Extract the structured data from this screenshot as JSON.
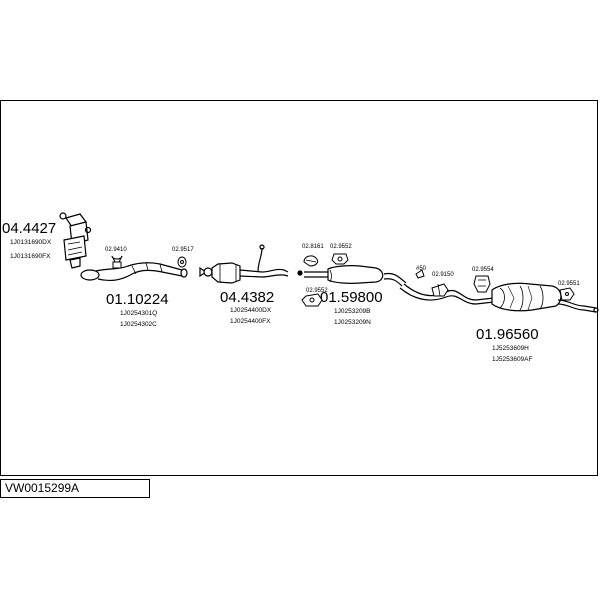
{
  "set_code": "VW0015299A",
  "parts": {
    "catalyst_front": {
      "number": "04.4427",
      "oe": [
        "1J0131690DX",
        "1J0131690FX"
      ]
    },
    "front_pipe": {
      "number": "01.10224",
      "oe": [
        "1J0254301Q",
        "1J0254302C"
      ]
    },
    "catalyst_mid": {
      "number": "04.4382",
      "oe": [
        "1J0254400DX",
        "1J0254400FX"
      ]
    },
    "mid_silencer": {
      "number": "01.59800",
      "oe": [
        "1J0253209B",
        "1J0253209N"
      ]
    },
    "rear_silencer": {
      "number": "01.96560",
      "oe": [
        "1J5253609H",
        "1J5253609AF"
      ]
    }
  },
  "fittings": {
    "f9410": "02.9410",
    "f9517": "02.9517",
    "f8161": "02.8161",
    "f9552a": "02.9552",
    "f9552b": "02.9552",
    "f50": "#50",
    "f9150": "02.9150",
    "f9554": "02.9554",
    "f9551": "02.9551"
  }
}
